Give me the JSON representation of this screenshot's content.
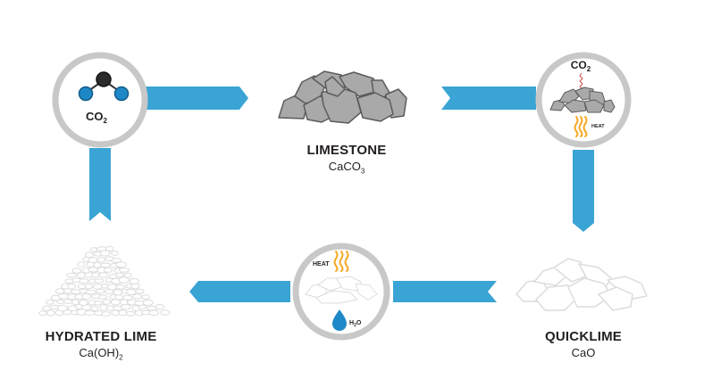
{
  "colors": {
    "arrow": "#3aa4d4",
    "ring": "#c8c8c8",
    "rock_fill": "#a9a9a9",
    "rock_stroke": "#5b5b5b",
    "lime_stroke": "#dcdcdc",
    "heat": "#f7a823",
    "water": "#1e88c7",
    "text": "#231f20"
  },
  "stages": {
    "limestone": {
      "name": "LIMESTONE",
      "formula_main": "CaCO",
      "formula_sub": "3"
    },
    "quicklime": {
      "name": "QUICKLIME",
      "formula_main": "CaO"
    },
    "hydrated": {
      "name": "HYDRATED LIME",
      "formula_pre": "Ca(OH)",
      "formula_sub": "2"
    }
  },
  "circles": {
    "co2_capture": {
      "label_main": "CO",
      "label_sub": "2",
      "icon": "co2-molecule-icon"
    },
    "calcination": {
      "label_main": "CO",
      "label_sub": "2",
      "heat_label": "HEAT",
      "icon": "heat-icon"
    },
    "hydration": {
      "heat_label": "HEAT",
      "water_main": "H",
      "water_sub": "2",
      "water_end": "O",
      "icon": "water-drop-icon"
    }
  }
}
